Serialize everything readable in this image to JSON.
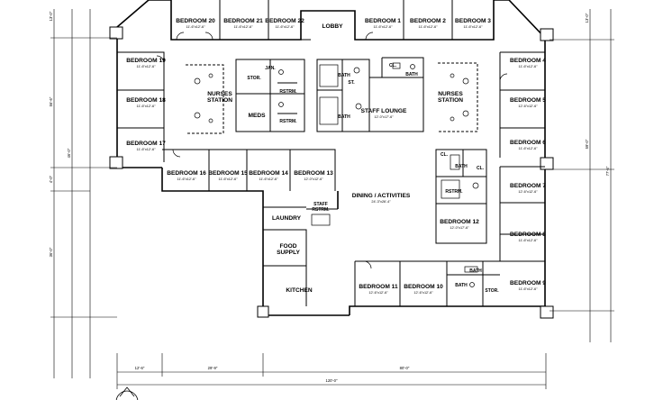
{
  "rooms": {
    "bedroom20": {
      "name": "BEDROOM 20",
      "dim": "11'-6\"x12'-6\""
    },
    "bedroom21": {
      "name": "BEDROOM 21",
      "dim": "11'-6\"x12'-6\""
    },
    "bedroom22": {
      "name": "BEDROOM 22",
      "dim": "11'-6\"x12'-6\""
    },
    "lobby": {
      "name": "LOBBY"
    },
    "bedroom1": {
      "name": "BEDROOM 1",
      "dim": "11'-6\"x12'-6\""
    },
    "bedroom2": {
      "name": "BEDROOM 2",
      "dim": "11'-6\"x12'-6\""
    },
    "bedroom3": {
      "name": "BEDROOM 3",
      "dim": "11'-6\"x12'-6\""
    },
    "bedroom19": {
      "name": "BEDROOM 19",
      "dim": "11'-6\"x12'-6\""
    },
    "bedroom18": {
      "name": "BEDROOM 18",
      "dim": "11'-6\"x12'-6\""
    },
    "bedroom17": {
      "name": "BEDROOM 17",
      "dim": "11'-6\"x12'-6\""
    },
    "bedroom4": {
      "name": "BEDROOM 4",
      "dim": "11'-6\"x12'-6\""
    },
    "bedroom5": {
      "name": "BEDROOM 5",
      "dim": "12'-6\"x12'-6\""
    },
    "bedroom6": {
      "name": "BEDROOM 6",
      "dim": "11'-6\"x12'-6\""
    },
    "bedroom7": {
      "name": "BEDROOM 7",
      "dim": "12'-6\"x12'-6\""
    },
    "bedroom8": {
      "name": "BEDROOM 8",
      "dim": "11'-6\"x12'-6\""
    },
    "bedroom9": {
      "name": "BEDROOM 9",
      "dim": "11'-6\"x12'-6\""
    },
    "bedroom16": {
      "name": "BEDROOM 16",
      "dim": "11'-6\"x12'-6\""
    },
    "bedroom15": {
      "name": "BEDROOM 15",
      "dim": "11'-6\"x12'-6\""
    },
    "bedroom14": {
      "name": "BEDROOM 14",
      "dim": "11'-6\"x12'-6\""
    },
    "bedroom13": {
      "name": "BEDROOM 13",
      "dim": "12'-0\"x12'-6\""
    },
    "bedroom12": {
      "name": "BEDROOM 12",
      "dim": "12'-0\"x17'-6\""
    },
    "bedroom11": {
      "name": "BEDROOM 11",
      "dim": "12'-6\"x12'-6\""
    },
    "bedroom10": {
      "name": "BEDROOM 10",
      "dim": "12'-6\"x12'-6\""
    },
    "nurses_left": {
      "line1": "NURSES",
      "line2": "STATION"
    },
    "nurses_right": {
      "line1": "NURSES",
      "line2": "STATION"
    },
    "stor": {
      "name": "STOR."
    },
    "jan": {
      "name": "JAN."
    },
    "rstrm_a": {
      "name": "RSTRM."
    },
    "rstrm_b": {
      "name": "RSTRM."
    },
    "meds": {
      "name": "MEDS"
    },
    "staff_lounge": {
      "name": "STAFF LOUNGE",
      "dim": "12'-0\"x17'-6\""
    },
    "st": {
      "name": "ST."
    },
    "bath_a": {
      "name": "BATH"
    },
    "bath_b": {
      "name": "BATH"
    },
    "bath_c": {
      "name": "BATH"
    },
    "bath_d": {
      "name": "BATH"
    },
    "bath_e": {
      "name": "BATH"
    },
    "bath_f": {
      "name": "BATH"
    },
    "cl_a": {
      "name": "CL."
    },
    "cl_b": {
      "name": "CL."
    },
    "cl_c": {
      "name": "CL."
    },
    "dining": {
      "name": "DINING / ACTIVITIES",
      "dim": "24'-3\"x26'-4\""
    },
    "laundry": {
      "name": "LAUNDRY"
    },
    "staff_rstrm": {
      "line1": "STAFF",
      "line2": "RSTRM."
    },
    "rstrm_c": {
      "name": "RSTRM."
    },
    "food_supply": {
      "line1": "FOOD",
      "line2": "SUPPLY"
    },
    "kitchen": {
      "name": "KITCHEN"
    },
    "stor_b": {
      "name": "STOR."
    }
  },
  "dimensions": {
    "bottom_1": "12'-6\"",
    "bottom_2": "29'-9\"",
    "bottom_3": "80'-0\"",
    "bottom_total": "120'-0\"",
    "left_1": "56'-6\"",
    "left_2": "46'-0\"",
    "left_3": "4'-0\"",
    "left_4": "36'-0\"",
    "right_1": "59'-0\"",
    "right_2": "77'-6\"",
    "top_left": "13'-0\"",
    "top_right": "13'-0\""
  }
}
